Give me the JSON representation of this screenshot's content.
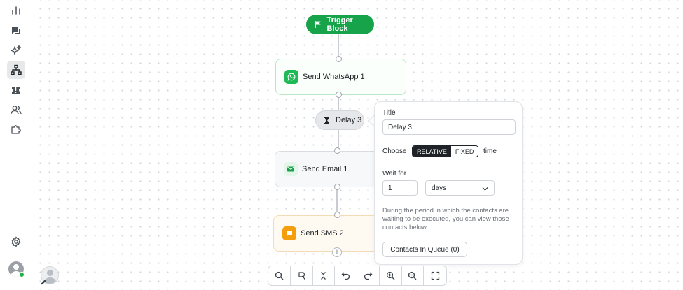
{
  "sidebar": {
    "items": [
      {
        "icon": "analytics-icon",
        "active": false
      },
      {
        "icon": "chat-icon",
        "active": false
      },
      {
        "icon": "sparkles-icon",
        "active": false
      },
      {
        "icon": "flow-icon",
        "active": true
      },
      {
        "icon": "ticket-icon",
        "active": false
      },
      {
        "icon": "contacts-icon",
        "active": false
      },
      {
        "icon": "puzzle-icon",
        "active": false
      },
      {
        "icon": "settings-icon",
        "active": false
      }
    ],
    "status_color": "#22b14c"
  },
  "flow": {
    "trigger": {
      "label": "Trigger Block"
    },
    "nodes": [
      {
        "id": "whatsapp",
        "label": "Send WhatsApp 1",
        "icon": "whatsapp-icon",
        "color": "#1db954"
      },
      {
        "id": "delay",
        "label": "Delay 3",
        "icon": "hourglass-icon"
      },
      {
        "id": "email",
        "label": "Send Email 1",
        "icon": "email-icon",
        "color": "#16a34a"
      },
      {
        "id": "sms",
        "label": "Send SMS 2",
        "icon": "sms-icon",
        "color": "#f59e0b"
      }
    ],
    "add_symbol": "+"
  },
  "panel": {
    "title_label": "Title",
    "title_value": "Delay 3",
    "choose_label": "Choose",
    "relative_label": "RELATIVE",
    "fixed_label": "FIXED",
    "selected_mode": "RELATIVE",
    "time_label": "time",
    "wait_for_label": "Wait for",
    "wait_value": "1",
    "wait_unit": "days",
    "description": "During the period in which the contacts are waiting to be executed, you can view those contacts below.",
    "queue_button": "Contacts In Queue (0)"
  },
  "toolbar": {
    "buttons": [
      "search-icon",
      "locate-icon",
      "collapse-icon",
      "undo-icon",
      "redo-icon",
      "zoom-in-icon",
      "zoom-out-icon",
      "fullscreen-icon"
    ]
  },
  "colors": {
    "brand_green": "#16a34a",
    "active_dark": "#1f2328"
  }
}
